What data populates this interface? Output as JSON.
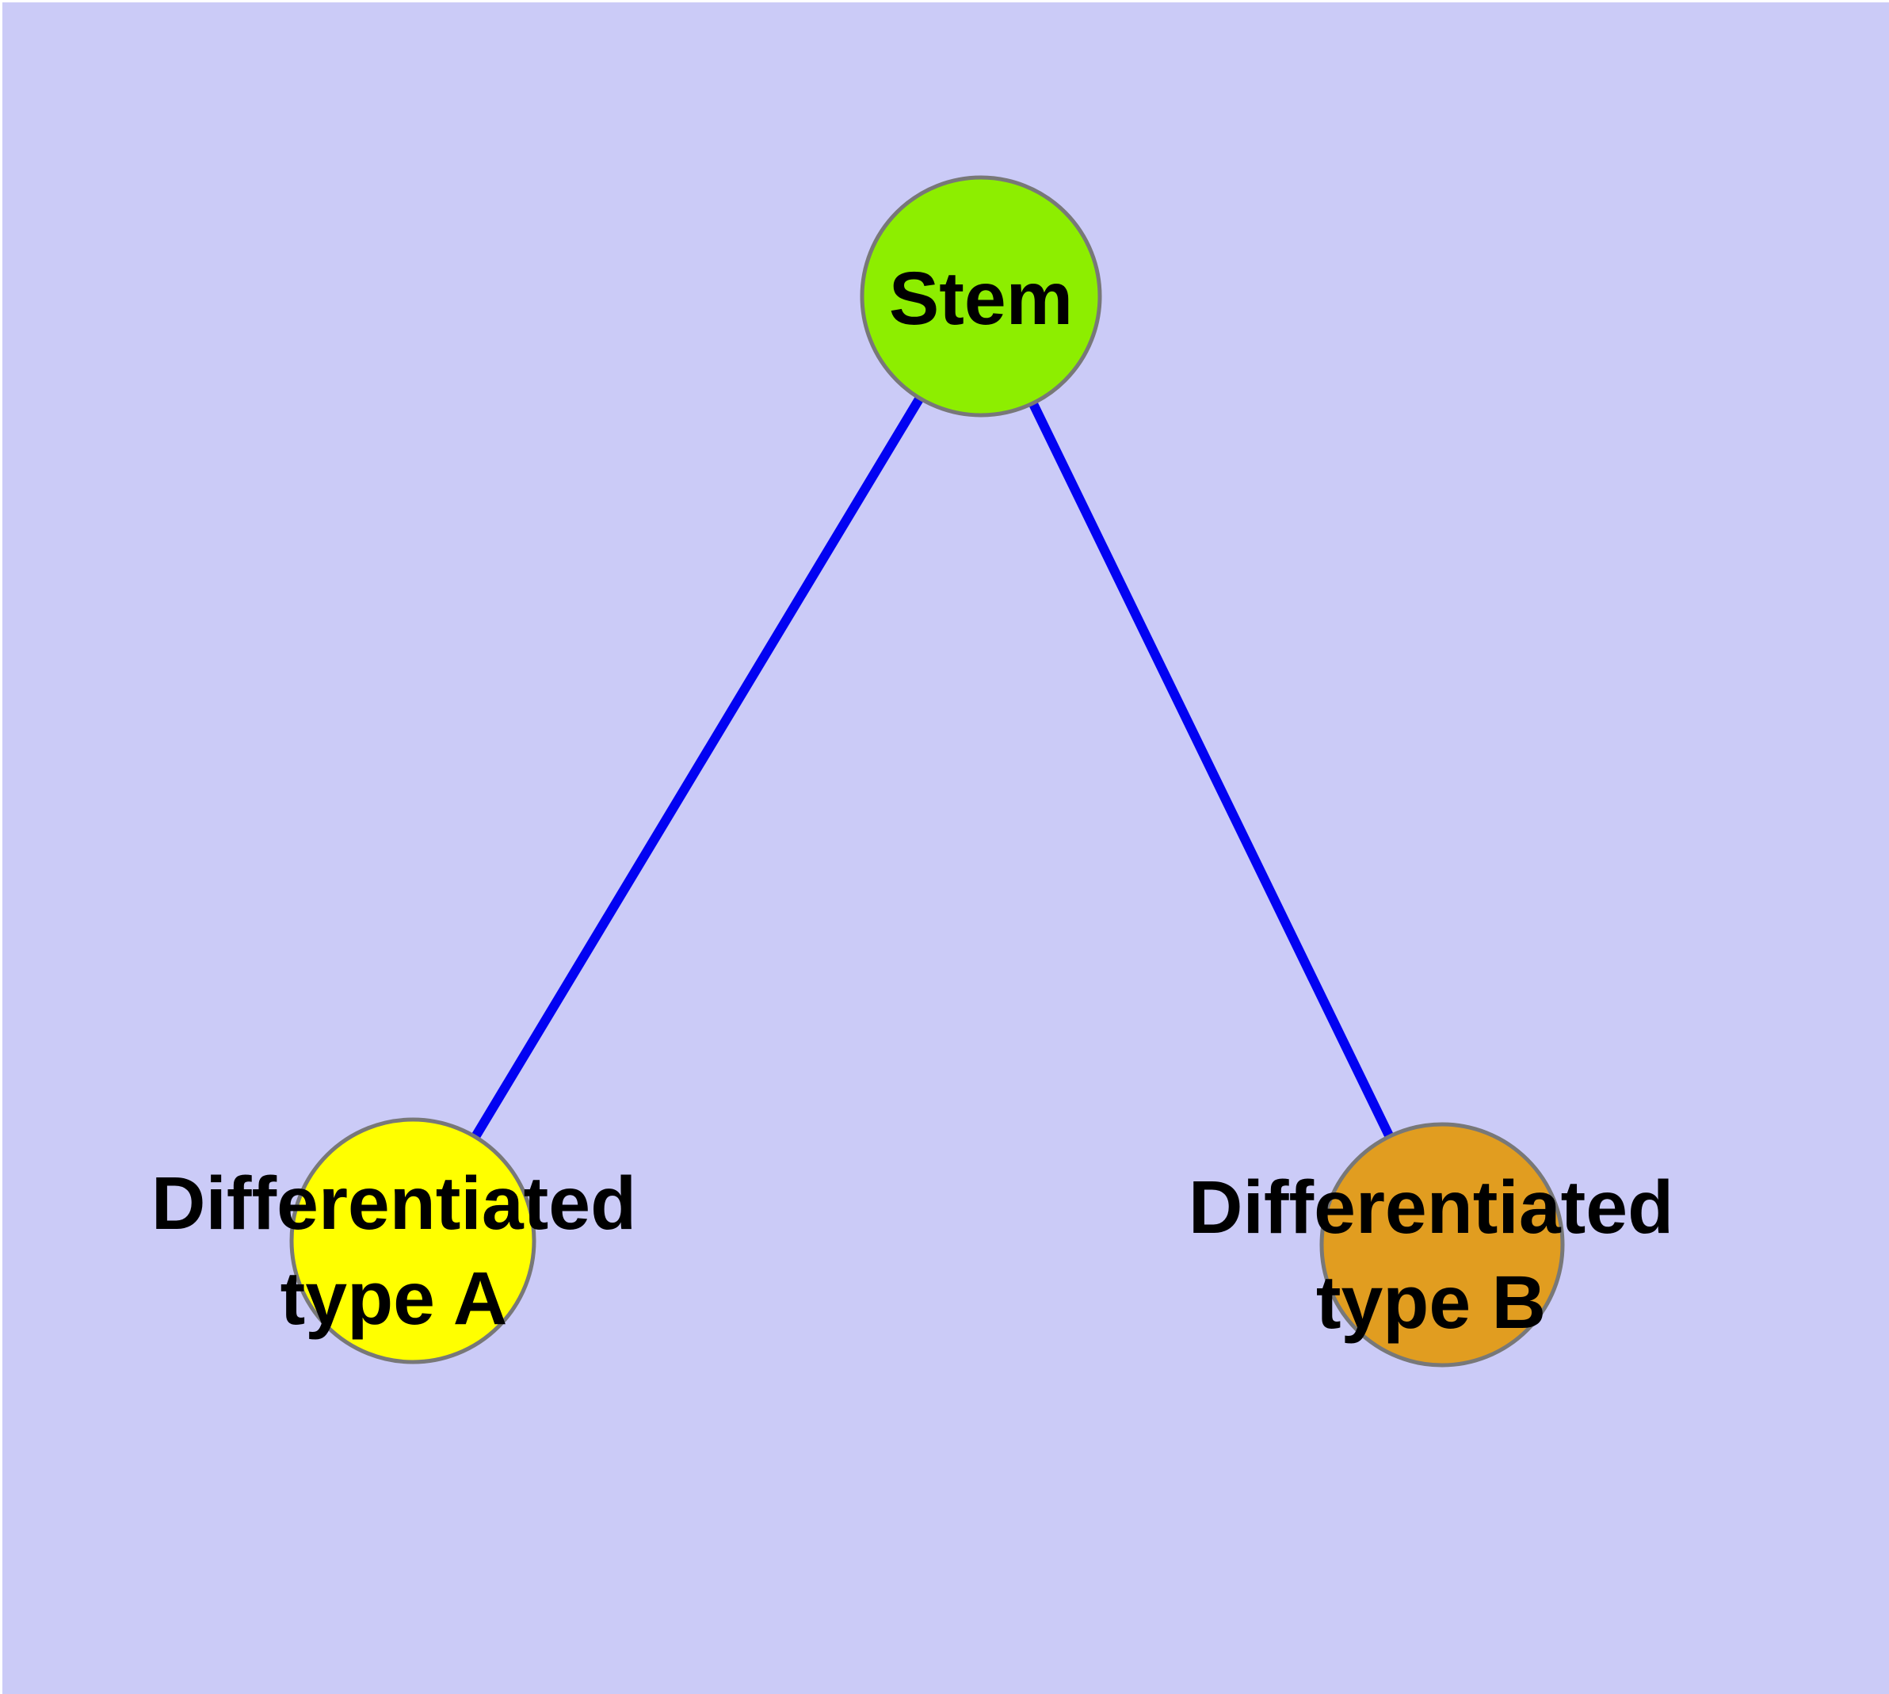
{
  "diagram": {
    "type": "graph",
    "background_color": "#cbcbf7",
    "frame_color": "#ffffff",
    "edge_color": "#0202f2",
    "node_border_color": "#787878",
    "label_color": "#000000",
    "nodes": {
      "stem": {
        "label": "Stem",
        "fill": "#8dee00"
      },
      "typeA": {
        "label_line1": "Differentiated",
        "label_line2": "type A",
        "fill": "#ffff00"
      },
      "typeB": {
        "label_line1": "Differentiated",
        "label_line2": "type B",
        "fill": "#e19d20"
      }
    },
    "edges": [
      {
        "from": "stem",
        "to": "typeA"
      },
      {
        "from": "stem",
        "to": "typeB"
      }
    ]
  }
}
